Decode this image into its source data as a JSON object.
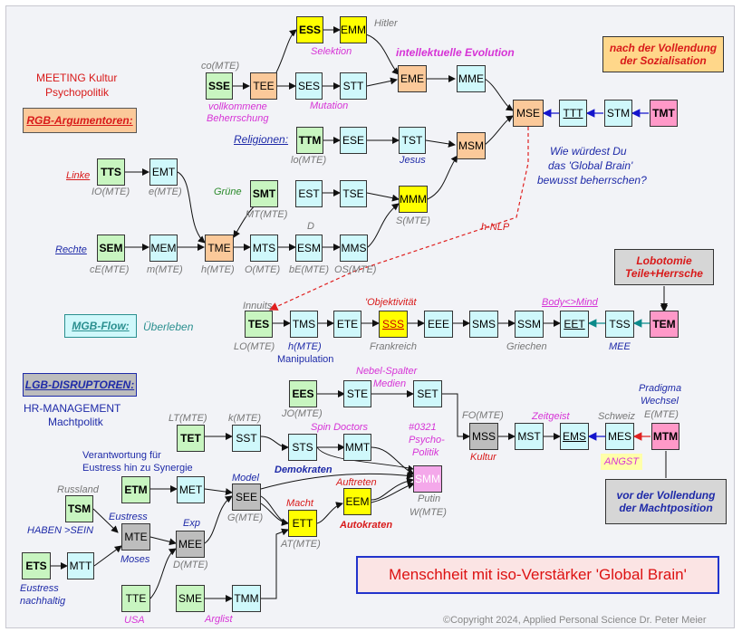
{
  "colors": {
    "green": "#c8f5c0",
    "cyan": "#cff8fb",
    "orange": "#fbc99a",
    "yellow": "#ffff00",
    "pink": "#ff99c8",
    "grey": "#bdbdbd",
    "magenta": "#f4a8ea",
    "wire": "#111111",
    "blue_arrow": "#1414cc",
    "teal_arrow": "#0a8a8a",
    "red_dashed": "#e02020"
  },
  "nodes": {
    "ess": "ESS",
    "emm": "EMM",
    "sse": "SSE",
    "tee": "TEE",
    "ses": "SES",
    "stt": "STT",
    "eme": "EME",
    "mme": "MME",
    "mse": "MSE",
    "ttt": "TTT",
    "stm": "STM",
    "tmt": "TMT",
    "ttm": "TTM",
    "ese": "ESE",
    "tst": "TST",
    "msm": "MSM",
    "tts": "TTS",
    "emt": "EMT",
    "smt": "SMT",
    "est": "EST",
    "tse": "TSE",
    "mmm": "MMM",
    "sem": "SEM",
    "mem": "MEM",
    "tme": "TME",
    "mts": "MTS",
    "esm": "ESM",
    "mms": "MMS",
    "tes": "TES",
    "tms": "TMS",
    "ete": "ETE",
    "sss": "SSS",
    "eee": "EEE",
    "sms": "SMS",
    "ssm": "SSM",
    "eet": "EET",
    "tss": "TSS",
    "tem": "TEM",
    "ees": "EES",
    "ste": "STE",
    "set": "SET",
    "tet": "TET",
    "sst": "SST",
    "sts": "STS",
    "mmt": "MMT",
    "smm": "SMM",
    "mss": "MSS",
    "mst": "MST",
    "ems": "EMS",
    "mes": "MES",
    "mtm": "MTM",
    "etm": "ETM",
    "met": "MET",
    "see": "SEE",
    "eem": "EEM",
    "ett": "ETT",
    "tsm": "TSM",
    "mte": "MTE",
    "mee": "MEE",
    "ets": "ETS",
    "mtt": "MTT",
    "tte": "TTE",
    "sme": "SME",
    "tmm": "TMM"
  },
  "labels": {
    "hitler": "Hitler",
    "selektion": "Selektion",
    "intellektuelle": "intellektuelle Evolution",
    "meeting": "MEETING Kultur",
    "psychopolitik": "Psychopolitik",
    "co_mte": "co(MTE)",
    "vollkommene": "vollkommene",
    "beherrschung": "Beherrschung",
    "mutation": "Mutation",
    "rgb": "RGB-Argumentoren:",
    "religionen": "Religionen:",
    "lo_mte": "lo(MTE)",
    "jesus": "Jesus",
    "wie1": "Wie würdest Du",
    "wie2": "das 'Global Brain'",
    "wie3": "bewusst beherrschen?",
    "linke": "Linke",
    "io_mte": "IO(MTE)",
    "e_mte": "e(MTE)",
    "gruene": "Grüne",
    "mt_mte": "MT(MTE)",
    "s_mte": "S(MTE)",
    "d": "D",
    "h_nlp": "h-NLP",
    "rechte": "Rechte",
    "ce_mte": "cE(MTE)",
    "m_mte": "m(MTE)",
    "h_mte": "h(MTE)",
    "o_mte": "O(MTE)",
    "be_mte": "bE(MTE)",
    "os_mte": "OS(MTE)",
    "nach1": "nach der  Vollendung",
    "nach2": "der Sozialisation",
    "lobo1": "Lobotomie",
    "lobo2": "Teile+Herrsche",
    "innuits": "Innuits",
    "objektivitaet": "'Objektivität",
    "body_mind": "Body<>Mind",
    "mgb": "MGB-Flow:",
    "ueberleben": "Überleben",
    "lo_mte2": "LO(MTE)",
    "h_mte2": "h(MTE)",
    "manipulation": "Manipulation",
    "frankreich": "Frankreich",
    "griechen": "Griechen",
    "mee_lbl": "MEE",
    "nebel1": "Nebel-Spalter",
    "nebel2": "Medien",
    "lgb": "LGB-DISRUPTOREN:",
    "hr1": "HR-MANAGEMENT",
    "hr2": "Machtpolitk",
    "jo_mte": "JO(MTE)",
    "lt_mte": "LT(MTE)",
    "k_mte": "k(MTE)",
    "spin": "Spin Doctors",
    "n0321": "#0321",
    "psycho": "Psycho-",
    "politik": "Politik",
    "fo_mte": "FO(MTE)",
    "zeitgeist": "Zeitgeist",
    "schweiz": "Schweiz",
    "pradigma": "Pradigma",
    "wechsel": "Wechsel",
    "e_mte2": "E(MTE)",
    "kultur": "Kultur",
    "angst": "ANGST",
    "verantwortung": "Verantwortung für",
    "eustress_syn": "Eustress hin zu Synergie",
    "model": "Model",
    "demokraten": "Demokraten",
    "russland": "Russland",
    "auftreten": "Auftreten",
    "putin": "Putin",
    "w_mte": "W(MTE)",
    "eustress": "Eustress",
    "exp": "Exp",
    "g_mte": "G(MTE)",
    "macht": "Macht",
    "haben": "HABEN >SEIN",
    "autokraten": "Autokraten",
    "moses": "Moses",
    "d_mte": "D(MTE)",
    "at_mte": "AT(MTE)",
    "vor1": "vor der  Vollendung",
    "vor2": "der Machtposition",
    "eustress2": "Eustress",
    "nachhaltig": "nachhaltig",
    "usa": "USA",
    "arglist": "Arglist"
  },
  "title_box": "Menschheit mit iso-Verstärker 'Global Brain'",
  "copyright": "©Copyright 2024, Applied Personal Science Dr. Peter Meier"
}
